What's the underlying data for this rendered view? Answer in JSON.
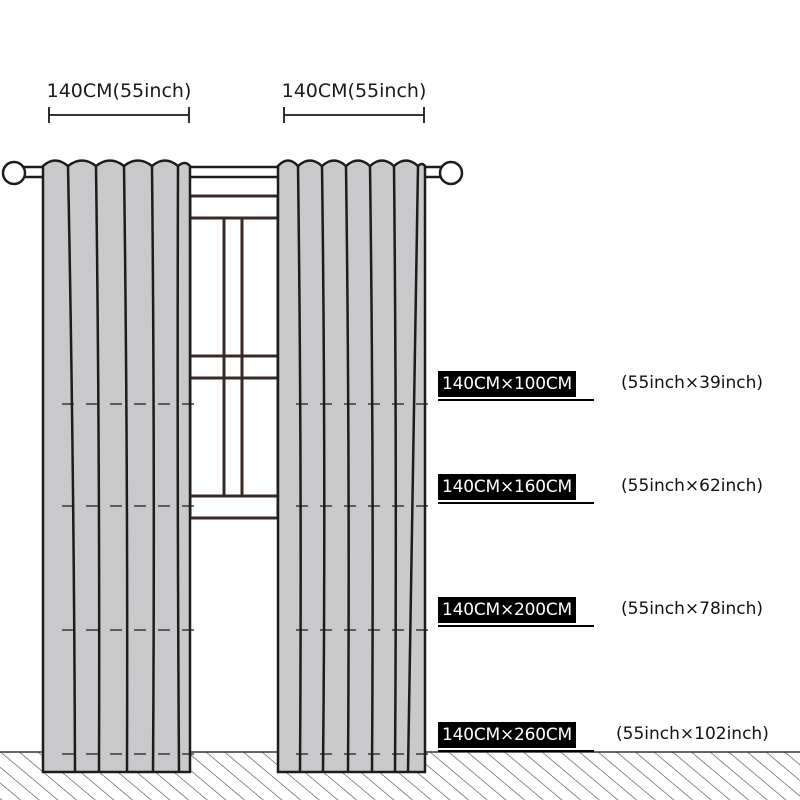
{
  "widths": {
    "left_panel": "140CM(55inch)",
    "right_panel": "140CM(55inch)"
  },
  "sizes": [
    {
      "cm": "140CM×100CM",
      "inch": "(55inch×39inch)"
    },
    {
      "cm": "140CM×160CM",
      "inch": "(55inch×62inch)"
    },
    {
      "cm": "140CM×200CM",
      "inch": "(55inch×78inch)"
    },
    {
      "cm": "140CM×260CM",
      "inch": "(55inch×102inch)"
    }
  ],
  "colors": {
    "curtain_fill": "#c9c9cb",
    "outline": "#1c1c1c",
    "window_frame": "#3a2a26",
    "tag_background": "#000000",
    "tag_text": "#ffffff"
  }
}
